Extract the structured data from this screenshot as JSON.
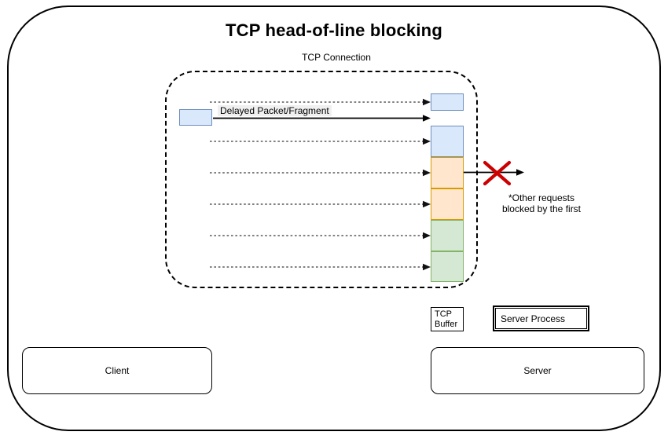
{
  "diagram": {
    "title": "TCP head-of-line blocking",
    "connection": {
      "label": "TCP Connection"
    },
    "delayed_packet": {
      "label": "Delayed Packet/Fragment"
    },
    "blocked_note": {
      "lines": {
        "0": "*Other requests",
        "1": "blocked by the first"
      }
    },
    "buffer": {
      "label": "TCP Buffer",
      "segments": [
        {
          "color": "blue"
        },
        {
          "color": "blue"
        },
        {
          "color": "orange"
        },
        {
          "color": "orange"
        },
        {
          "color": "green"
        },
        {
          "color": "green"
        }
      ]
    },
    "server_process": {
      "label": "Server Process"
    },
    "client": {
      "label": "Client"
    },
    "server": {
      "label": "Server"
    },
    "colors": {
      "blue_fill": "#dae8fc",
      "blue_border": "#6c8ebf",
      "orange_fill": "#ffe6cc",
      "orange_border": "#d79b00",
      "green_fill": "#d5e8d4",
      "green_border": "#82b366",
      "blocked_x": "#cc0000",
      "dashed_arrow": "#707070",
      "solid_arrow": "#000000"
    }
  }
}
